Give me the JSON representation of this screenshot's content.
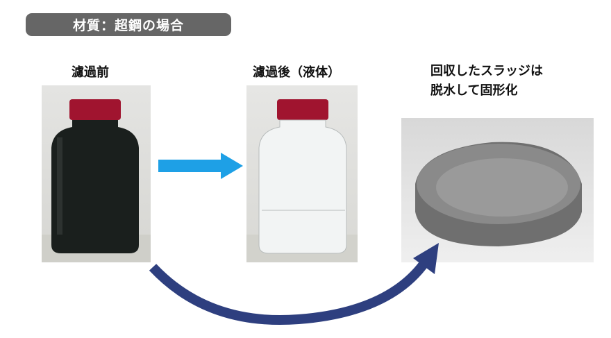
{
  "title": "材質：超鋼の場合",
  "labels": {
    "before": "濾過前",
    "after": "濾過後（液体）",
    "sludge_line1": "回収したスラッジは",
    "sludge_line2": "脱水して固形化"
  },
  "colors": {
    "title_bg": "#666666",
    "arrow_blue": "#1ea0e6",
    "arrow_navy": "#2e3f7f",
    "cap": "#a0142f"
  }
}
